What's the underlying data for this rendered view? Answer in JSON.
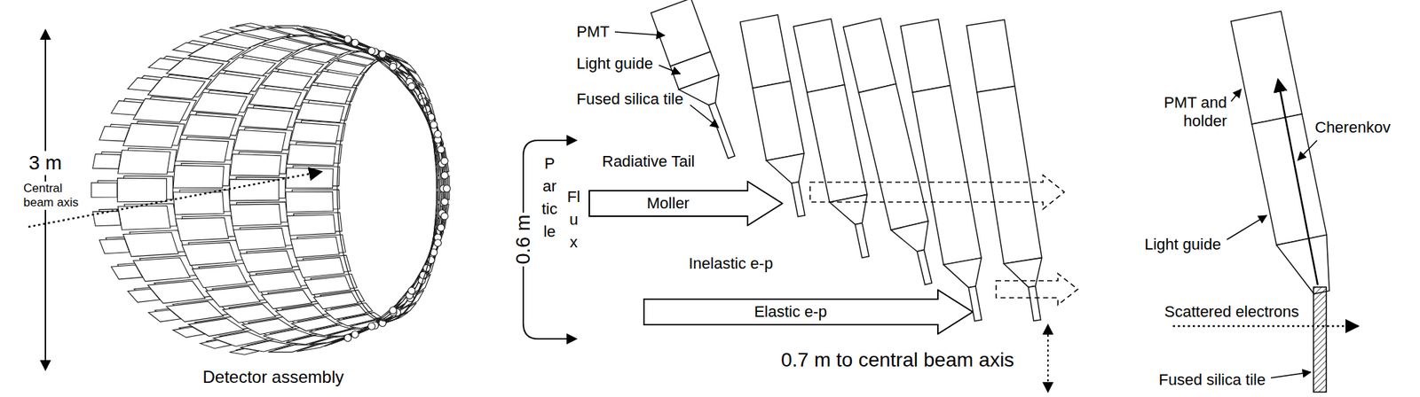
{
  "diagram": {
    "nodes": [
      {
        "text": [
          "Moller"
        ]
      },
      {
        "text": [
          "Elastic e-p"
        ]
      }
    ],
    "labels": [
      "3 m",
      "Central beam axis",
      "Detector assembly",
      "PMT",
      "Light guide",
      "Fused silica tile",
      "0.6 m",
      "Particle",
      "Flux",
      "Radiative Tail",
      "Inelastic e-p",
      "0.7 m to central beam axis",
      "PMT and holder",
      "Cherenkov",
      "Light guide",
      "Scattered electrons",
      "Fused silica tile"
    ]
  }
}
